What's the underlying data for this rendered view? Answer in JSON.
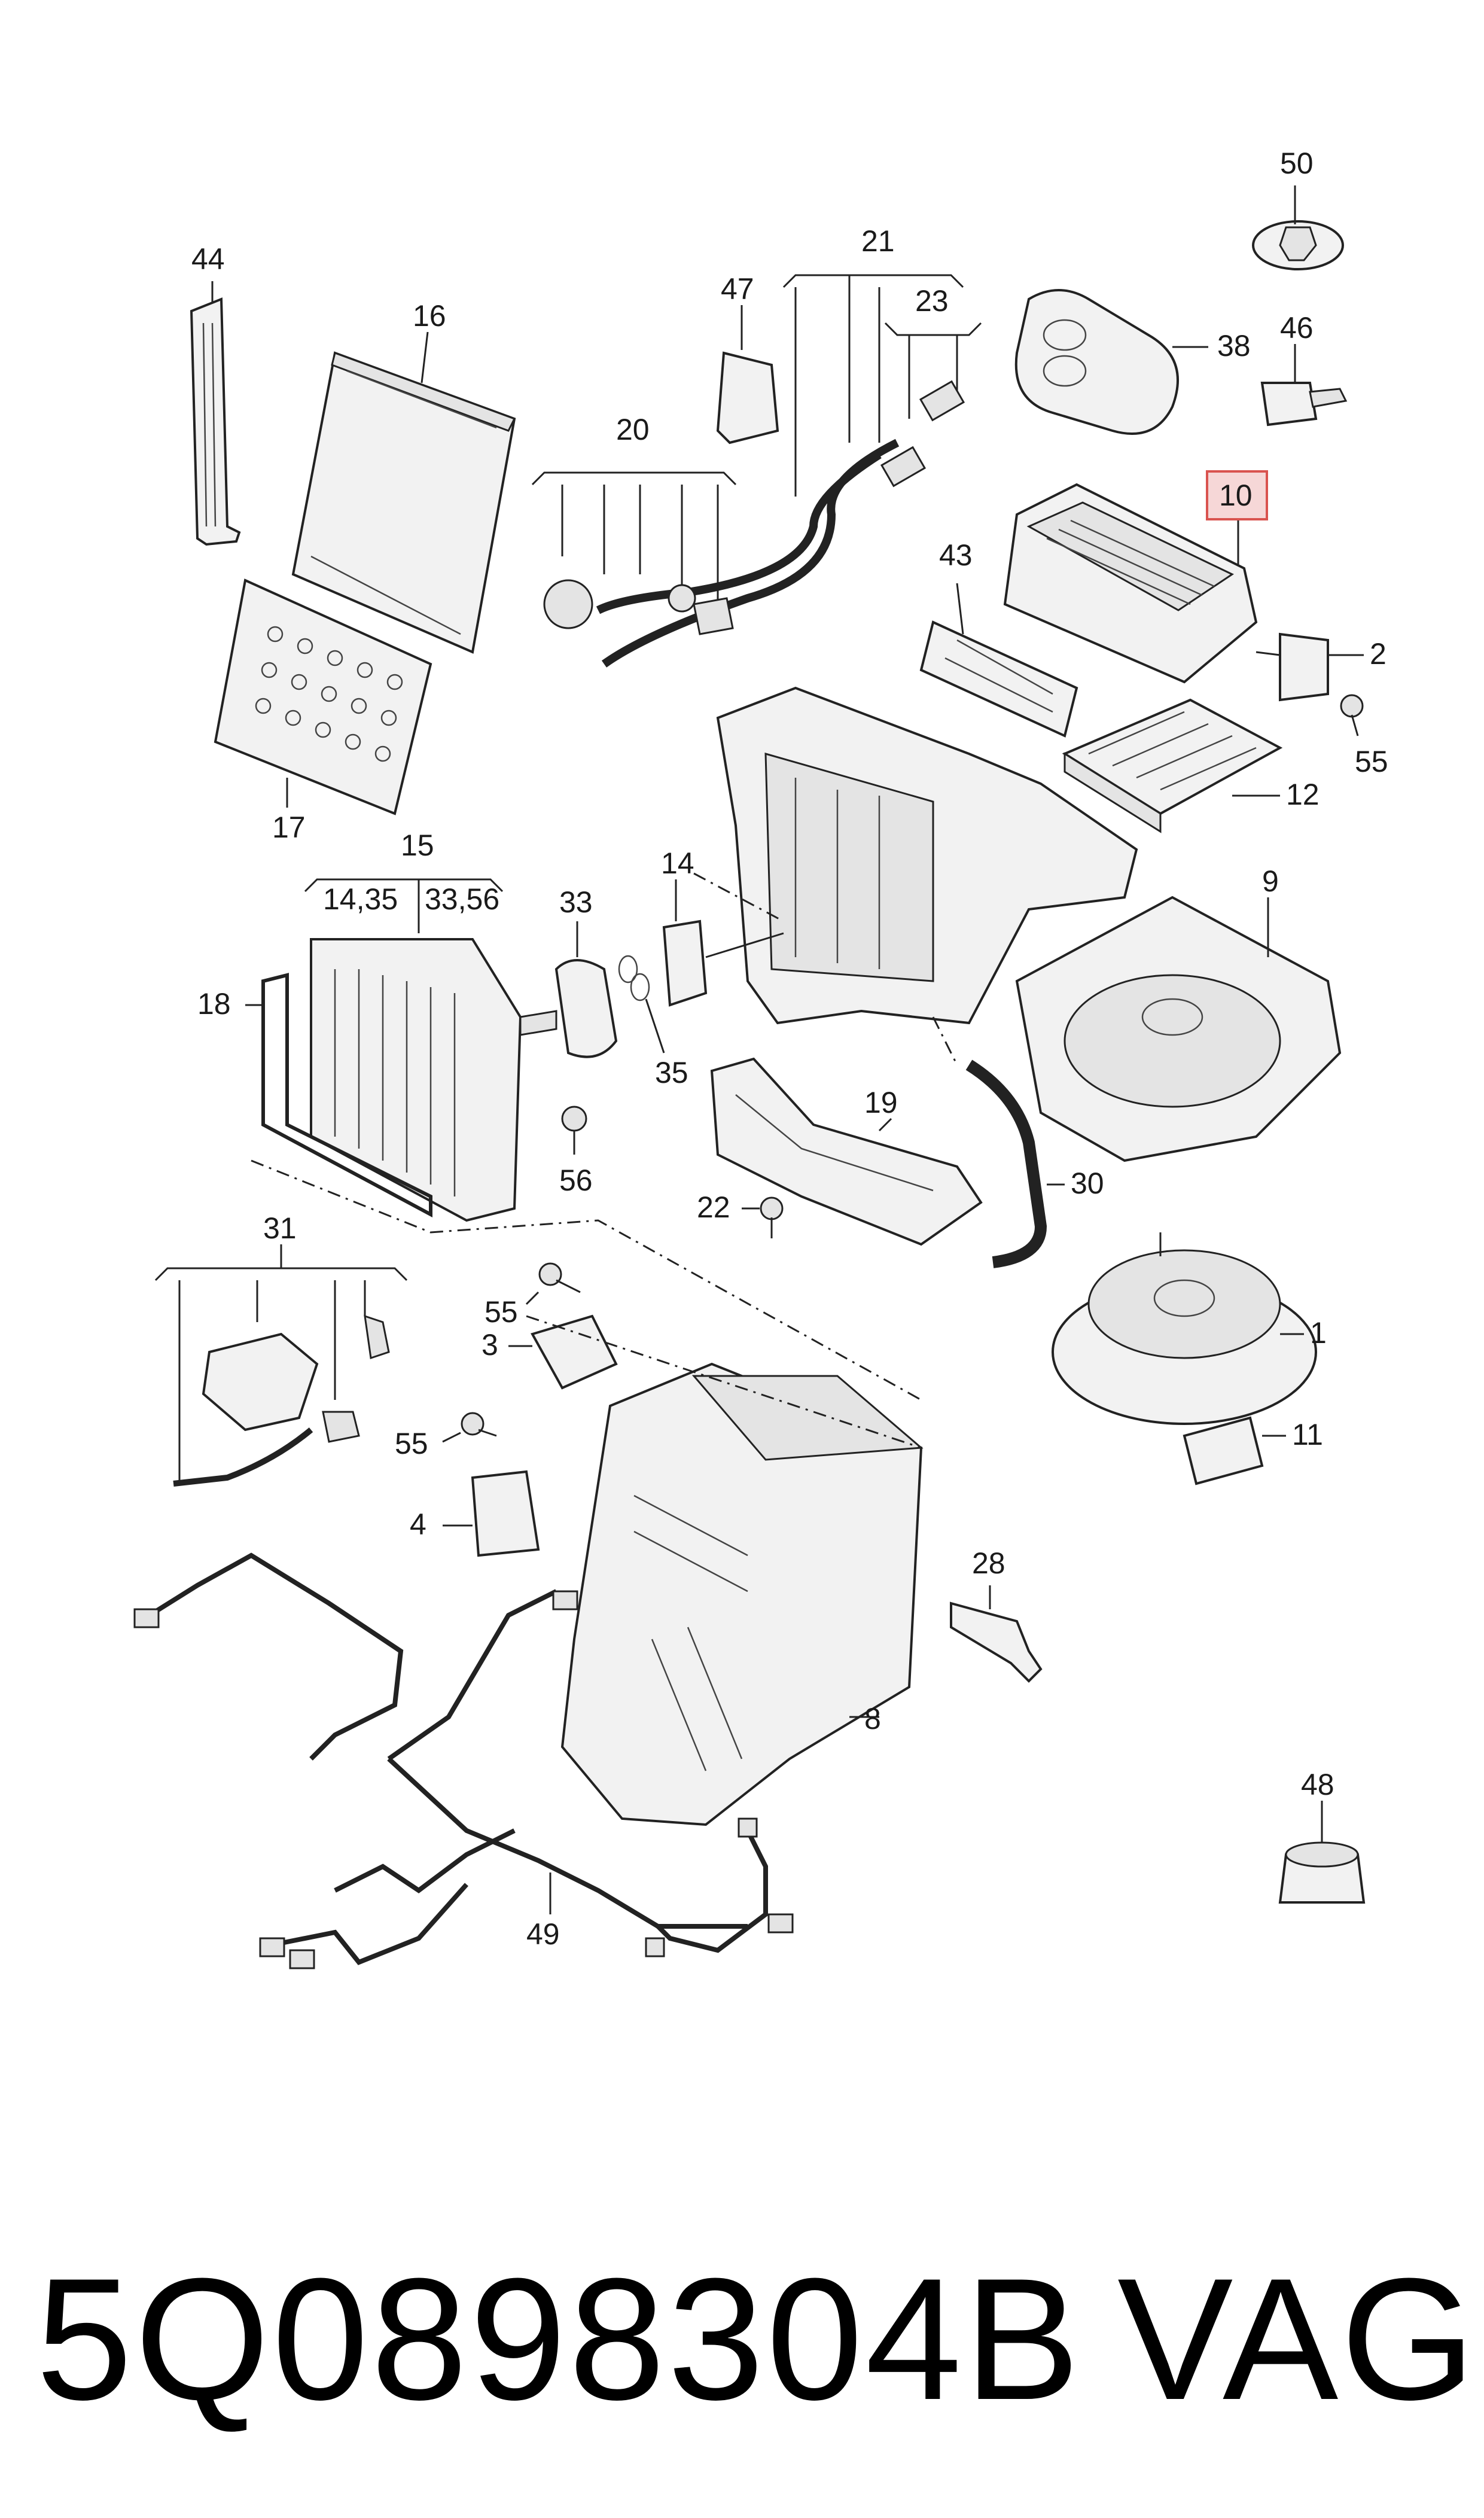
{
  "callouts": {
    "c1": "1",
    "c2": "2",
    "c3": "3",
    "c4": "4",
    "c8": "8",
    "c9": "9",
    "c10": "10",
    "c11": "11",
    "c12": "12",
    "c14": "14",
    "c15": "15",
    "c14_35": "14,35",
    "c33_56": "33,56",
    "c16": "16",
    "c17": "17",
    "c18": "18",
    "c19": "19",
    "c20": "20",
    "c21": "21",
    "c22": "22",
    "c23": "23",
    "c28": "28",
    "c30": "30",
    "c31": "31",
    "c33": "33",
    "c35": "35",
    "c38": "38",
    "c43": "43",
    "c44": "44",
    "c46": "46",
    "c47": "47",
    "c48": "48",
    "c49": "49",
    "c50": "50",
    "c55a": "55",
    "c55b": "55",
    "c55c": "55",
    "c56": "56"
  },
  "highlight": {
    "callout": "10",
    "color": "#d9534f"
  },
  "footer": {
    "part_number": "5Q0898304B",
    "brand": "VAG"
  }
}
